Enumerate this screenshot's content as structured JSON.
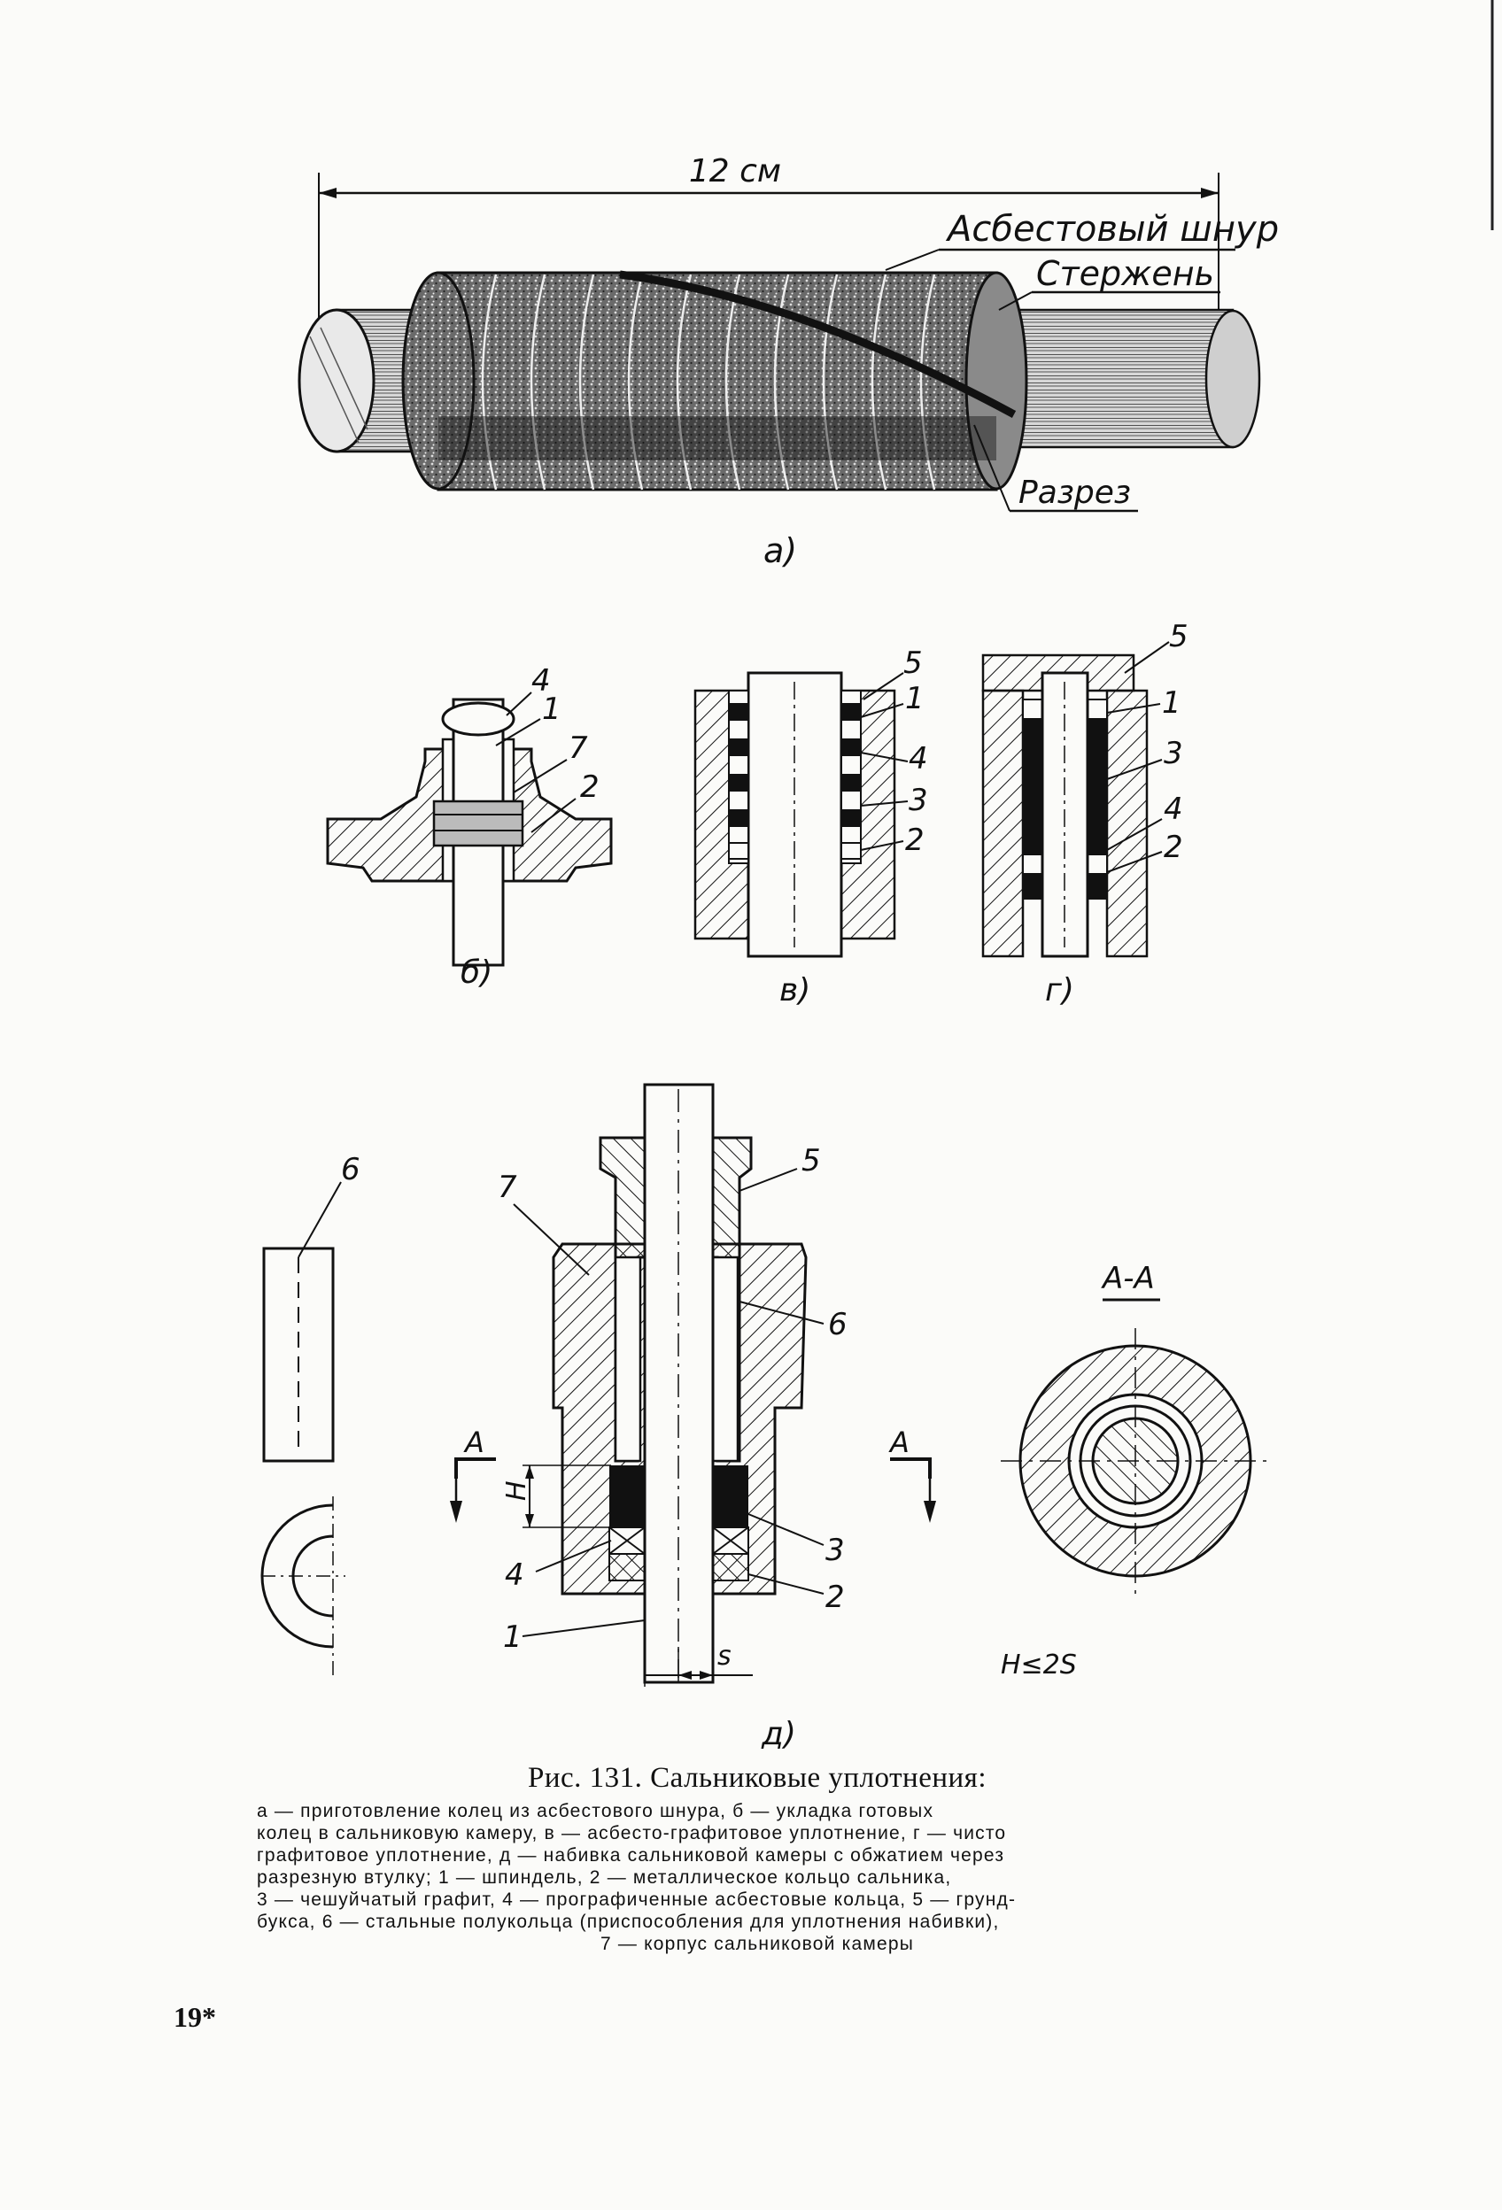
{
  "figure": {
    "a": {
      "dimension": "12 см",
      "label_cord": "Асбестовый шнур",
      "label_rod": "Стержень",
      "label_cut": "Разрез",
      "panel_letter": "а)"
    },
    "b": {
      "callouts": [
        "4",
        "1",
        "7",
        "2"
      ],
      "panel_letter": "б)"
    },
    "v": {
      "callouts": [
        "5",
        "1",
        "4",
        "3",
        "2"
      ],
      "panel_letter": "в)"
    },
    "g": {
      "callouts": [
        "5",
        "1",
        "3",
        "4",
        "2"
      ],
      "panel_letter": "г)"
    },
    "d": {
      "callouts": [
        "7",
        "5",
        "6",
        "3",
        "2",
        "4",
        "1"
      ],
      "left_part_label": "6",
      "section_marks": [
        "А",
        "А"
      ],
      "dim_h": "H",
      "dim_s": "s",
      "section_title": "А-А",
      "condition": "H≤2S",
      "panel_letter": "д)"
    }
  },
  "caption": {
    "title": "Рис. 131. Сальниковые уплотнения:",
    "lines": [
      "а — приготовление колец из асбестового шнура, б — укладка готовых",
      "колец в сальниковую камеру, в — асбесто-графитовое уплотнение, г — чисто",
      "графитовое уплотнение, д — набивка сальниковой камеры с обжатием через",
      "разрезную втулку; 1 — шпиндель, 2 — металлическое кольцо сальника,",
      "3 — чешуйчатый графит, 4 — прографиченные асбестовые кольца, 5 — грунд-",
      "букса, 6 — стальные полукольца (приспособления для уплотнения набивки),",
      "7 — корпус сальниковой камеры"
    ]
  },
  "page_number": "19*"
}
